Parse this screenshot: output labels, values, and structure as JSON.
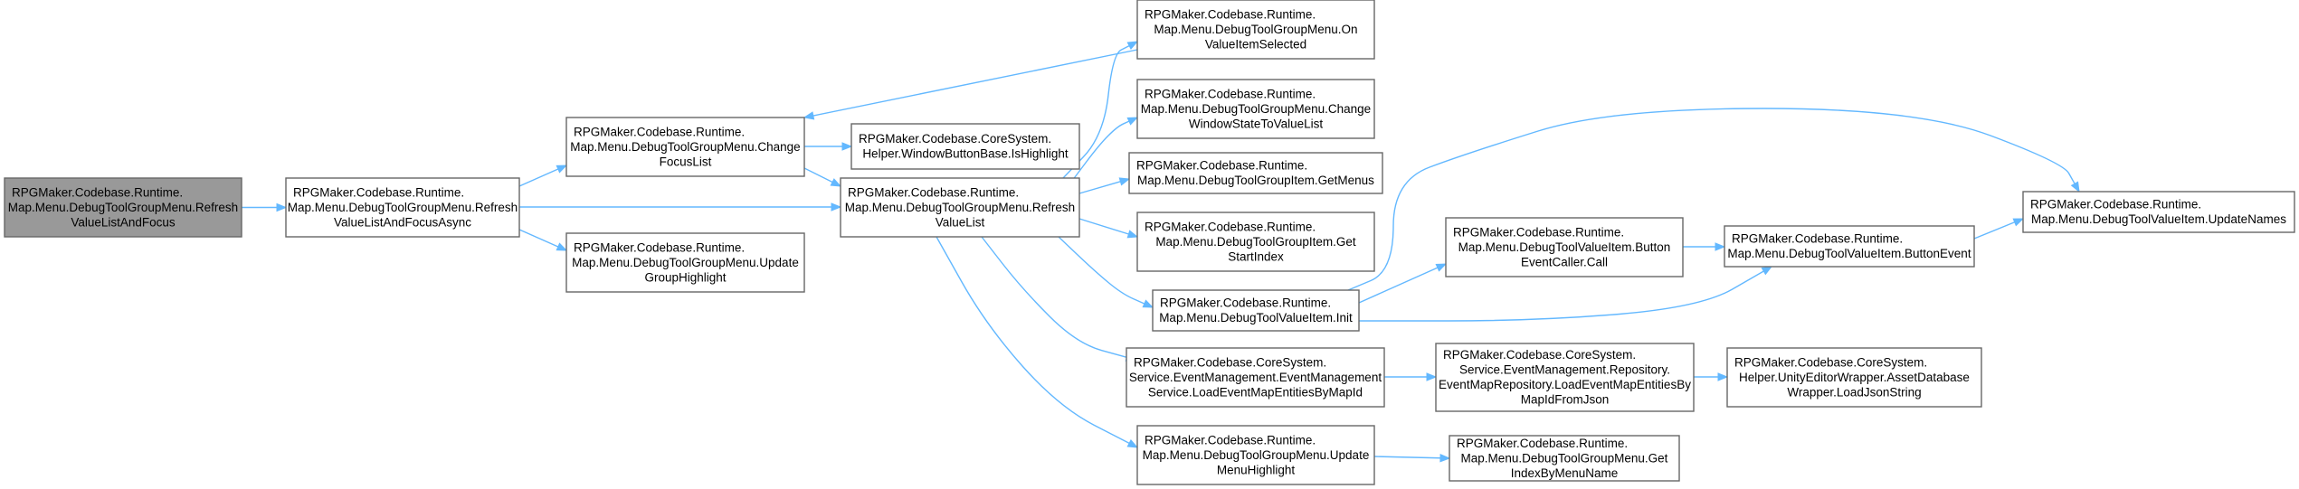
{
  "diagram": {
    "nodes": [
      {
        "id": "refreshValueListAndFocus",
        "root": true,
        "lines": [
          "RPGMaker.Codebase.Runtime.",
          "Map.Menu.DebugToolGroupMenu.Refresh",
          "ValueListAndFocus"
        ]
      },
      {
        "id": "refreshValueListAndFocusAsync",
        "lines": [
          "RPGMaker.Codebase.Runtime.",
          "Map.Menu.DebugToolGroupMenu.Refresh",
          "ValueListAndFocusAsync"
        ]
      },
      {
        "id": "changeFocusList",
        "lines": [
          "RPGMaker.Codebase.Runtime.",
          "Map.Menu.DebugToolGroupMenu.Change",
          "FocusList"
        ]
      },
      {
        "id": "updateGroupHighlight",
        "lines": [
          "RPGMaker.Codebase.Runtime.",
          "Map.Menu.DebugToolGroupMenu.Update",
          "GroupHighlight"
        ]
      },
      {
        "id": "isHighlight",
        "lines": [
          "RPGMaker.Codebase.CoreSystem.",
          "Helper.WindowButtonBase.IsHighlight"
        ]
      },
      {
        "id": "refreshValueList",
        "lines": [
          "RPGMaker.Codebase.Runtime.",
          "Map.Menu.DebugToolGroupMenu.Refresh",
          "ValueList"
        ]
      },
      {
        "id": "onValueItemSelected",
        "lines": [
          "RPGMaker.Codebase.Runtime.",
          "Map.Menu.DebugToolGroupMenu.On",
          "ValueItemSelected"
        ]
      },
      {
        "id": "changeWindowStateToValueList",
        "lines": [
          "RPGMaker.Codebase.Runtime.",
          "Map.Menu.DebugToolGroupMenu.Change",
          "WindowStateToValueList"
        ]
      },
      {
        "id": "getMenus",
        "lines": [
          "RPGMaker.Codebase.Runtime.",
          "Map.Menu.DebugToolGroupItem.GetMenus"
        ]
      },
      {
        "id": "getStartIndex",
        "lines": [
          "RPGMaker.Codebase.Runtime.",
          "Map.Menu.DebugToolGroupItem.Get",
          "StartIndex"
        ]
      },
      {
        "id": "valueItemInit",
        "lines": [
          "RPGMaker.Codebase.Runtime.",
          "Map.Menu.DebugToolValueItem.Init"
        ]
      },
      {
        "id": "loadEventMapEntitiesByMapId",
        "lines": [
          "RPGMaker.Codebase.CoreSystem.",
          "Service.EventManagement.EventManagement",
          "Service.LoadEventMapEntitiesByMapId"
        ]
      },
      {
        "id": "updateMenuHighlight",
        "lines": [
          "RPGMaker.Codebase.Runtime.",
          "Map.Menu.DebugToolGroupMenu.Update",
          "MenuHighlight"
        ]
      },
      {
        "id": "buttonEventCallerCall",
        "lines": [
          "RPGMaker.Codebase.Runtime.",
          "Map.Menu.DebugToolValueItem.Button",
          "EventCaller.Call"
        ]
      },
      {
        "id": "loadEventMapEntitiesByMapIdFromJson",
        "lines": [
          "RPGMaker.Codebase.CoreSystem.",
          "Service.EventManagement.Repository.",
          "EventMapRepository.LoadEventMapEntitiesBy",
          "MapIdFromJson"
        ]
      },
      {
        "id": "getIndexByMenuName",
        "lines": [
          "RPGMaker.Codebase.Runtime.",
          "Map.Menu.DebugToolGroupMenu.Get",
          "IndexByMenuName"
        ]
      },
      {
        "id": "buttonEvent",
        "lines": [
          "RPGMaker.Codebase.Runtime.",
          "Map.Menu.DebugToolValueItem.ButtonEvent"
        ]
      },
      {
        "id": "loadJsonString",
        "lines": [
          "RPGMaker.Codebase.CoreSystem.",
          "Helper.UnityEditorWrapper.AssetDatabase",
          "Wrapper.LoadJsonString"
        ]
      },
      {
        "id": "updateNames",
        "lines": [
          "RPGMaker.Codebase.Runtime.",
          "Map.Menu.DebugToolValueItem.UpdateNames"
        ]
      }
    ],
    "edges": [
      {
        "from": "refreshValueListAndFocus",
        "to": "refreshValueListAndFocusAsync"
      },
      {
        "from": "refreshValueListAndFocusAsync",
        "to": "changeFocusList"
      },
      {
        "from": "refreshValueListAndFocusAsync",
        "to": "refreshValueList"
      },
      {
        "from": "refreshValueListAndFocusAsync",
        "to": "updateGroupHighlight"
      },
      {
        "from": "changeFocusList",
        "to": "isHighlight"
      },
      {
        "from": "changeFocusList",
        "to": "refreshValueList"
      },
      {
        "from": "refreshValueList",
        "to": "onValueItemSelected"
      },
      {
        "from": "refreshValueList",
        "to": "changeWindowStateToValueList"
      },
      {
        "from": "refreshValueList",
        "to": "getMenus"
      },
      {
        "from": "refreshValueList",
        "to": "getStartIndex"
      },
      {
        "from": "refreshValueList",
        "to": "valueItemInit"
      },
      {
        "from": "refreshValueList",
        "to": "loadEventMapEntitiesByMapId"
      },
      {
        "from": "refreshValueList",
        "to": "updateMenuHighlight"
      },
      {
        "from": "onValueItemSelected",
        "to": "changeFocusList"
      },
      {
        "from": "valueItemInit",
        "to": "buttonEventCallerCall"
      },
      {
        "from": "valueItemInit",
        "to": "buttonEvent"
      },
      {
        "from": "valueItemInit",
        "to": "updateNames"
      },
      {
        "from": "buttonEventCallerCall",
        "to": "buttonEvent"
      },
      {
        "from": "buttonEvent",
        "to": "updateNames"
      },
      {
        "from": "loadEventMapEntitiesByMapId",
        "to": "loadEventMapEntitiesByMapIdFromJson"
      },
      {
        "from": "loadEventMapEntitiesByMapIdFromJson",
        "to": "loadJsonString"
      },
      {
        "from": "updateMenuHighlight",
        "to": "getIndexByMenuName"
      }
    ]
  }
}
